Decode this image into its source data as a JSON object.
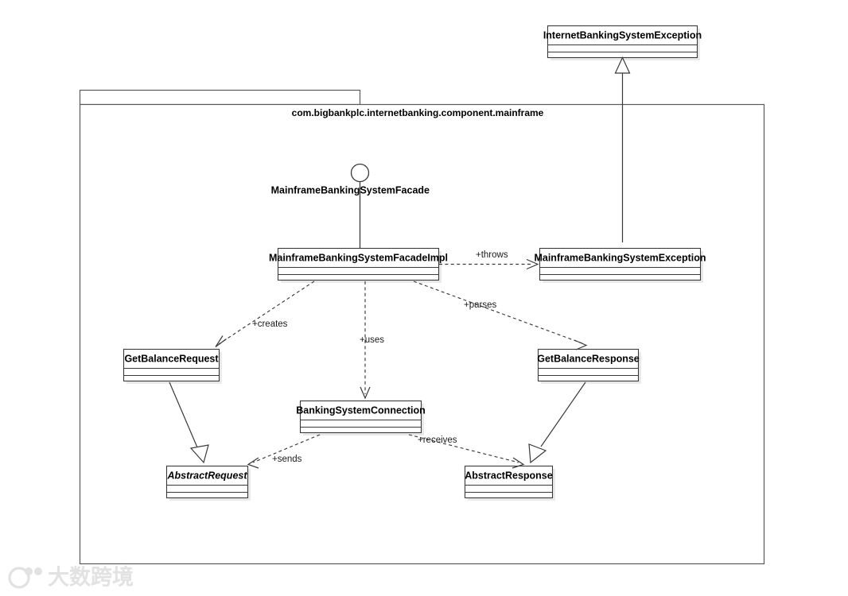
{
  "diagram": {
    "kind": "uml-class-diagram",
    "title": "com.bigbankplc.internetbanking.component.mainframe",
    "background_color": "#ffffff",
    "line_color": "#3a3a3a"
  },
  "package": {
    "label": "com.bigbankplc.internetbanking.component.mainframe"
  },
  "interface": {
    "label": "MainframeBankingSystemFacade",
    "notation": "lollipop"
  },
  "classes": [
    {
      "id": "internet_banking_system_exception",
      "name": "InternetBankingSystemException",
      "abstract": false
    },
    {
      "id": "mainframe_banking_system_facade_impl",
      "name": "MainframeBankingSystemFacadeImpl",
      "abstract": false
    },
    {
      "id": "mainframe_banking_system_exception",
      "name": "MainframeBankingSystemException",
      "abstract": false
    },
    {
      "id": "get_balance_request",
      "name": "GetBalanceRequest",
      "abstract": false
    },
    {
      "id": "get_balance_response",
      "name": "GetBalanceResponse",
      "abstract": false
    },
    {
      "id": "banking_system_connection",
      "name": "BankingSystemConnection",
      "abstract": false
    },
    {
      "id": "abstract_request",
      "name": "AbstractRequest",
      "abstract": true
    },
    {
      "id": "abstract_response",
      "name": "AbstractResponse",
      "abstract": false
    }
  ],
  "relationships": [
    {
      "id": "throws",
      "label": "+throws",
      "type": "dependency",
      "from": "mainframe_banking_system_facade_impl",
      "to": "mainframe_banking_system_exception"
    },
    {
      "id": "creates",
      "label": "+creates",
      "type": "dependency",
      "from": "mainframe_banking_system_facade_impl",
      "to": "get_balance_request"
    },
    {
      "id": "uses",
      "label": "+uses",
      "type": "dependency",
      "from": "mainframe_banking_system_facade_impl",
      "to": "banking_system_connection"
    },
    {
      "id": "parses",
      "label": "+parses",
      "type": "dependency",
      "from": "mainframe_banking_system_facade_impl",
      "to": "get_balance_response"
    },
    {
      "id": "sends",
      "label": "+sends",
      "type": "dependency",
      "from": "banking_system_connection",
      "to": "abstract_request"
    },
    {
      "id": "receives",
      "label": "+receives",
      "type": "dependency",
      "from": "banking_system_connection",
      "to": "abstract_response"
    },
    {
      "id": "exception_generalization",
      "label": "",
      "type": "generalization",
      "from": "mainframe_banking_system_exception",
      "to": "internet_banking_system_exception"
    },
    {
      "id": "request_generalization",
      "label": "",
      "type": "generalization",
      "from": "get_balance_request",
      "to": "abstract_request"
    },
    {
      "id": "response_generalization",
      "label": "",
      "type": "generalization",
      "from": "get_balance_response",
      "to": "abstract_response"
    }
  ],
  "watermark": {
    "text": "大数跨境"
  }
}
